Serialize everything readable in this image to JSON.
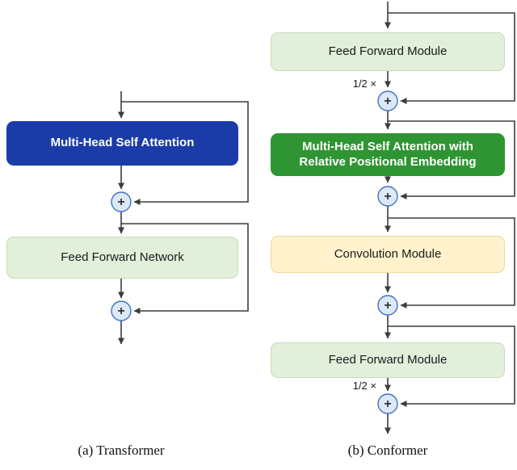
{
  "transformer": {
    "caption": "(a) Transformer",
    "mhsa_label": "Multi-Head Self Attention",
    "ffn_label": "Feed Forward Network"
  },
  "conformer": {
    "caption": "(b) Conformer",
    "ffm1_label": "Feed Forward Module",
    "mhsa_line1": "Multi-Head Self Attention with",
    "mhsa_line2": "Relative Positional Embedding",
    "conv_label": "Convolution Module",
    "ffm2_label": "Feed Forward Module",
    "half_scale_top": "1/2 ×",
    "half_scale_bottom": "1/2 ×"
  },
  "symbols": {
    "plus": "+"
  },
  "colors": {
    "attention_blue": "#1B3CA8",
    "attention_green": "#2E9532",
    "module_light_green": "#E2EFDA",
    "module_light_yellow": "#FFF2CC",
    "add_node_fill": "#DBE8F6",
    "add_node_border": "#4472C4",
    "connector": "#3D3D3D"
  }
}
